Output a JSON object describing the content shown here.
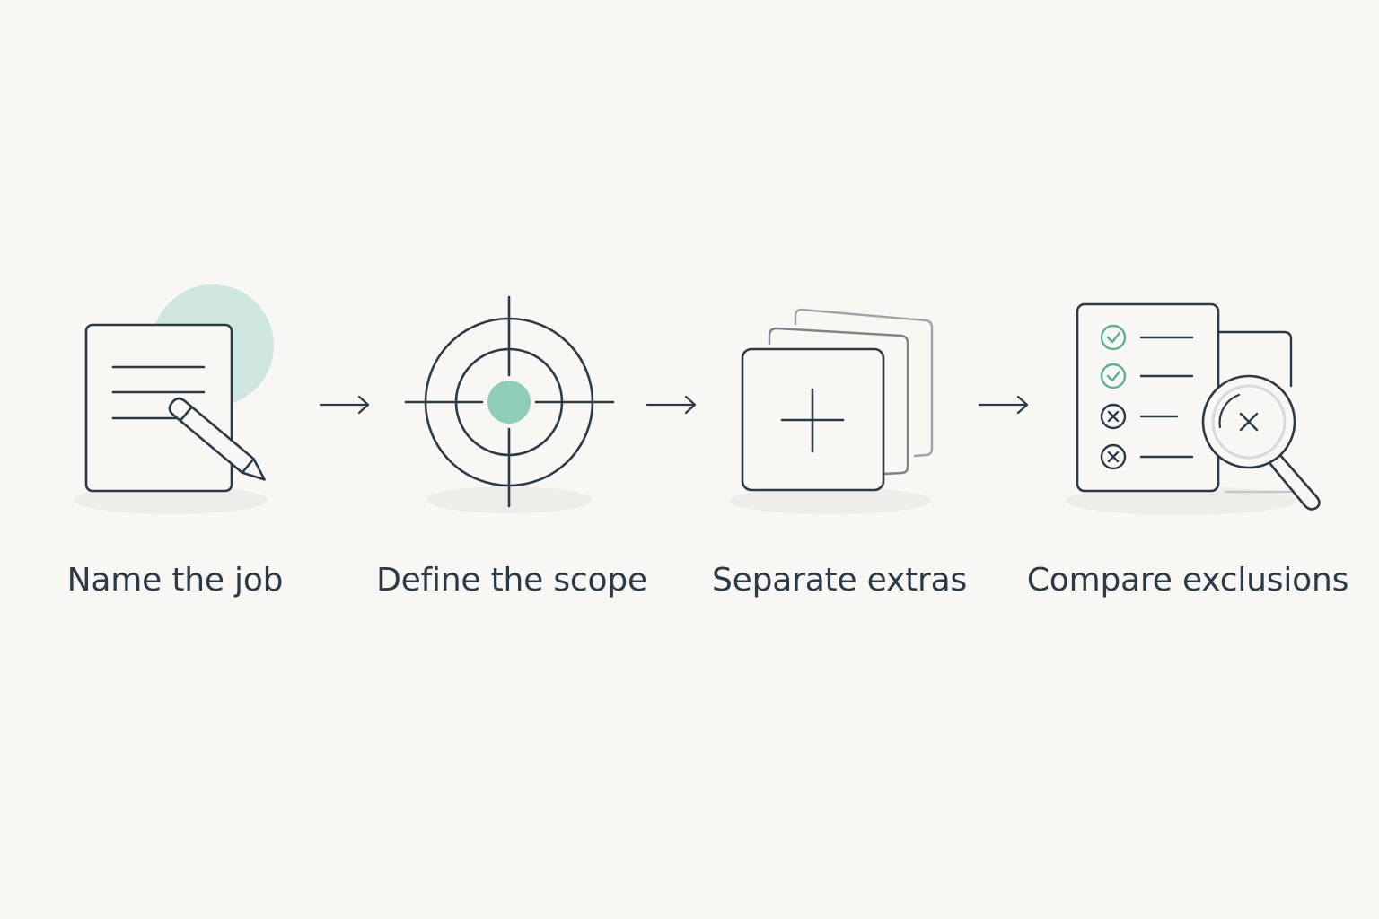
{
  "colors": {
    "background": "#f8f7f3",
    "stroke": "#2b3a47",
    "accent": "#8fcdbb",
    "accent_dark": "#5fae97",
    "muted_stroke": "#9ea4a8",
    "shadow": "#ededea"
  },
  "steps": [
    {
      "label": "Name the job",
      "icon": "document-pencil-icon"
    },
    {
      "label": "Define the scope",
      "icon": "target-crosshair-icon"
    },
    {
      "label": "Separate extras",
      "icon": "stacked-cards-plus-icon"
    },
    {
      "label": "Compare exclusions",
      "icon": "checklist-magnifier-icon"
    }
  ],
  "connectors": [
    {
      "icon": "arrow-right-icon"
    },
    {
      "icon": "arrow-right-icon"
    },
    {
      "icon": "arrow-right-icon"
    }
  ]
}
